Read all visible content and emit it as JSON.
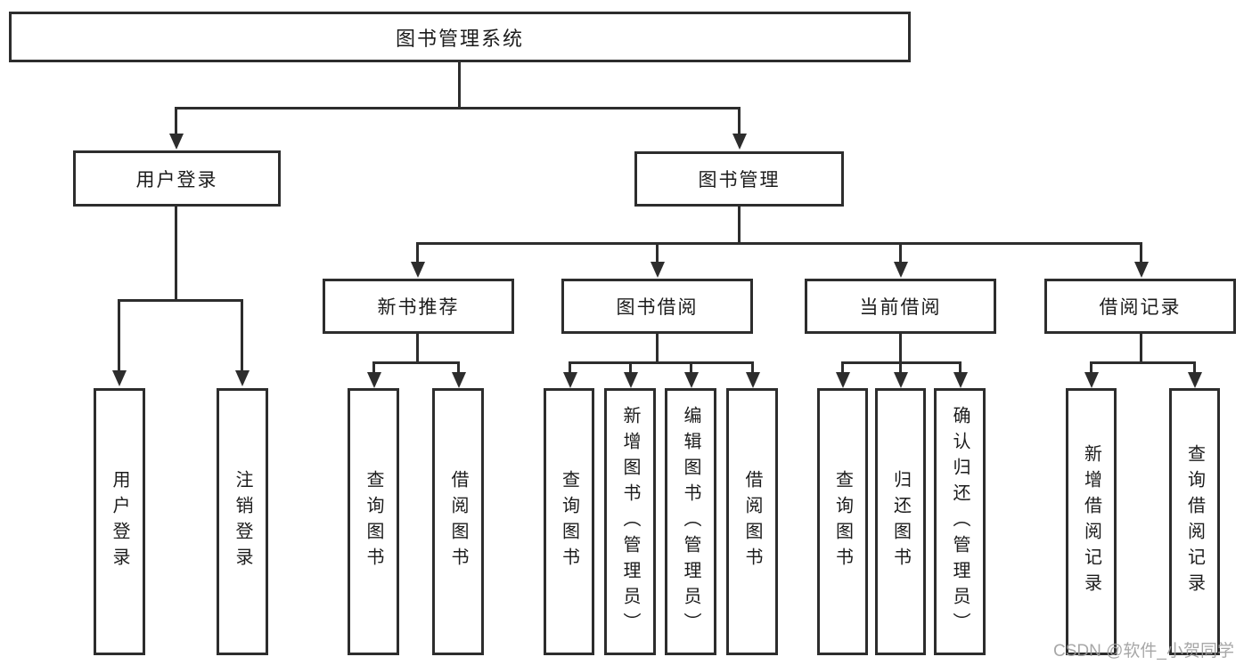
{
  "nodes": {
    "root": {
      "label": "图书管理系统"
    },
    "user_login": {
      "label": "用户登录"
    },
    "book_management": {
      "label": "图书管理"
    },
    "new_book_recommend": {
      "label": "新书推荐"
    },
    "book_borrow": {
      "label": "图书借阅"
    },
    "current_borrow": {
      "label": "当前借阅"
    },
    "borrow_record": {
      "label": "借阅记录"
    }
  },
  "leaves": {
    "user_login": [
      {
        "label": "用户登录"
      },
      {
        "label": "注销登录"
      }
    ],
    "new_book_recommend": [
      {
        "label": "查询图书"
      },
      {
        "label": "借阅图书"
      }
    ],
    "book_borrow": [
      {
        "label": "查询图书"
      },
      {
        "label": "新增图书（管理员）"
      },
      {
        "label": "编辑图书（管理员）"
      },
      {
        "label": "借阅图书"
      }
    ],
    "current_borrow": [
      {
        "label": "查询图书"
      },
      {
        "label": "归还图书"
      },
      {
        "label": "确认归还（管理员）"
      }
    ],
    "borrow_record": [
      {
        "label": "新增借阅记录"
      },
      {
        "label": "查询借阅记录"
      }
    ]
  },
  "watermark": "CSDN @软件_小贺同学",
  "colors": {
    "line": "#2d2d2d",
    "text": "#1c1c1c",
    "watermark": "#9e9e9e",
    "background": "#ffffff"
  }
}
